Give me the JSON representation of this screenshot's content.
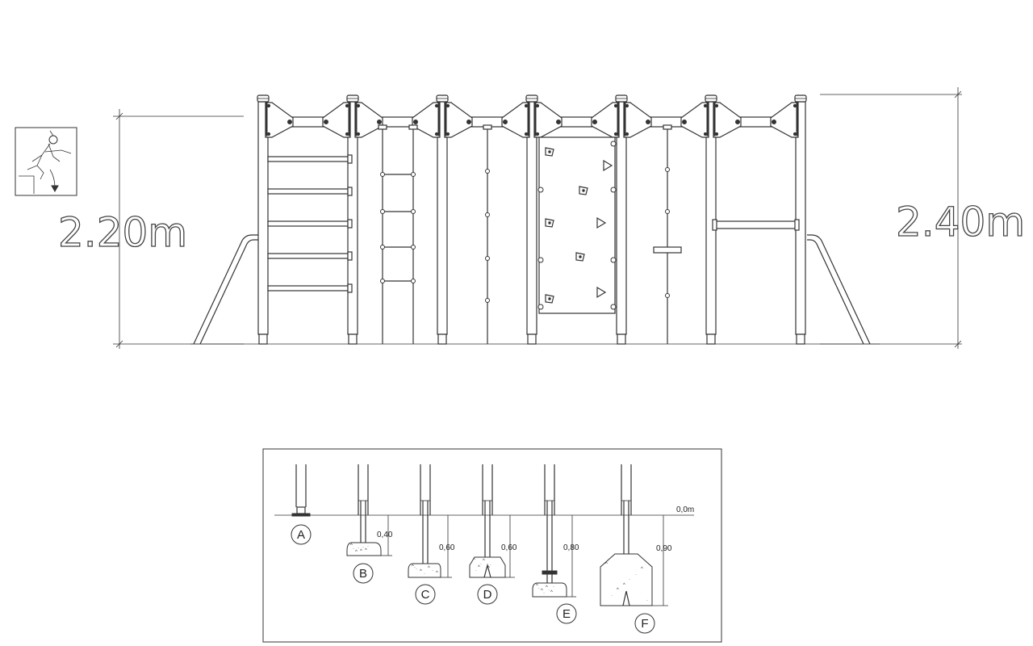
{
  "dimensions": {
    "height_left": "2.20m",
    "height_right": "2.40m"
  },
  "foundation_detail": {
    "ground_label": "0,0m",
    "depths": {
      "b": "0,40",
      "c": "0,60",
      "d": "0,60",
      "e": "0,80",
      "f": "0,90"
    },
    "letters": [
      "A",
      "B",
      "C",
      "D",
      "E",
      "F"
    ]
  },
  "icons": {
    "fall_warning": "falling-child-icon"
  },
  "colors": {
    "line": "#333333",
    "background": "#ffffff"
  }
}
